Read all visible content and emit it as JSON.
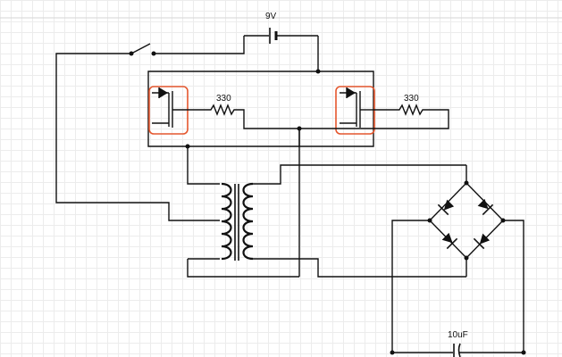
{
  "labels": {
    "battery_voltage": "9V",
    "resistor_left": "330",
    "resistor_right": "330",
    "capacitor_value": "10uF"
  },
  "colors": {
    "wire": "#111111",
    "selection": "#e4572e",
    "grid": "#ececec"
  }
}
